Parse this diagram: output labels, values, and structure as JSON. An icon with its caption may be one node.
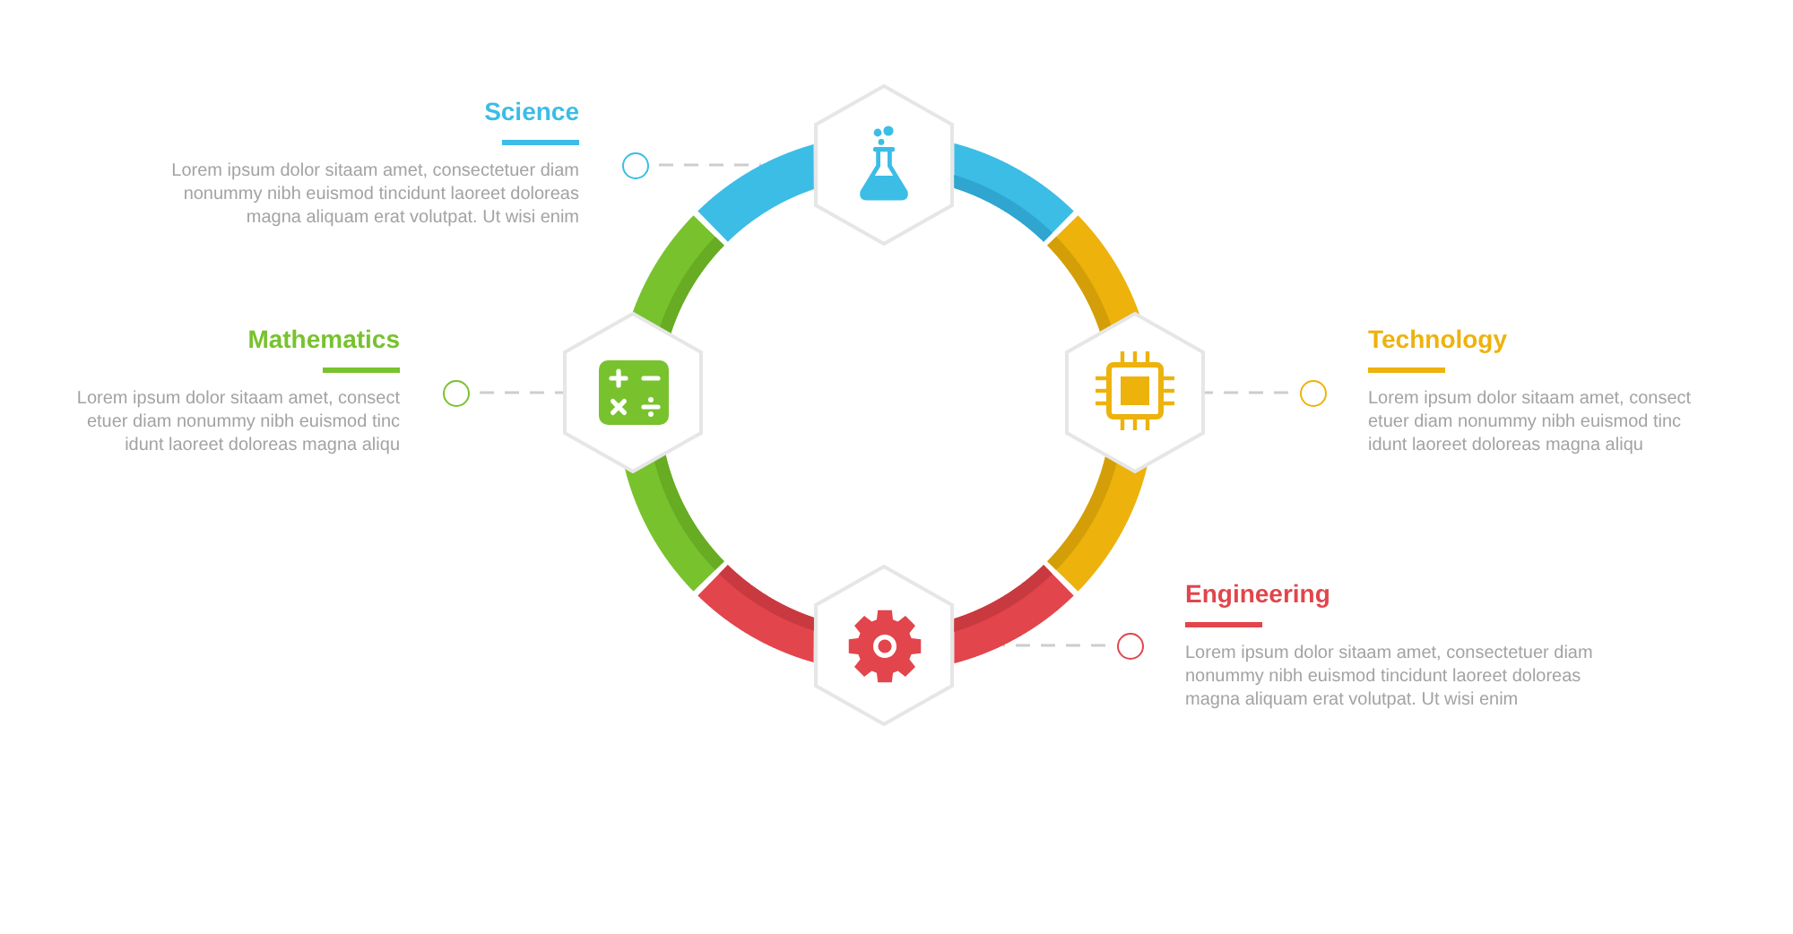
{
  "diagram": {
    "nodes": [
      {
        "text": [],
        "shape": "circle",
        "beside": [
          "Science",
          "Lorem ipsum dolor sitaam amet, consectetuer diam nonummy nibh euismod tincidunt laoreet doloreas magna aliquam erat volutpat. Ut wisi enim"
        ]
      },
      {
        "text": [],
        "shape": "circle",
        "beside": [
          "Mathematics",
          "Lorem ipsum dolor sitaam amet, consect etuer diam nonummy nibh euismod tinc idunt laoreet doloreas magna aliqu"
        ]
      },
      {
        "text": [],
        "shape": "circle",
        "beside": [
          "Technology",
          "Lorem ipsum dolor sitaam amet, consect etuer diam nonummy nibh euismod tinc idunt laoreet doloreas magna aliqu"
        ]
      },
      {
        "text": [],
        "shape": "circle",
        "beside": [
          "Engineering",
          "Lorem ipsum dolor sitaam amet, consectetuer diam nonummy nibh euismod tincidunt laoreet doloreas magna aliquam erat volutpat. Ut wisi enim"
        ]
      },
      {
        "text": [],
        "shape": "hexagon"
      },
      {
        "text": [],
        "shape": "hexagon"
      },
      {
        "text": [],
        "shape": "hexagon"
      },
      {
        "text": [],
        "shape": "hexagon"
      },
      {
        "text": [],
        "shape": "arc"
      },
      {
        "text": [],
        "shape": "arc"
      },
      {
        "text": [],
        "shape": "arc"
      },
      {
        "text": [],
        "shape": "arc"
      },
      {
        "text": [],
        "shape": "arc"
      },
      {
        "text": [],
        "shape": "arc"
      },
      {
        "text": [],
        "shape": "arc"
      },
      {
        "text": [],
        "shape": "arc"
      }
    ],
    "edges": [
      {
        "from": 0,
        "to": 8,
        "arrow": "none",
        "style": "dashed"
      },
      {
        "from": 1,
        "to": 5,
        "arrow": "none",
        "style": "dashed"
      },
      {
        "from": 2,
        "to": 6,
        "arrow": "none",
        "style": "dashed"
      },
      {
        "from": 3,
        "to": 12,
        "arrow": "none",
        "style": "dashed"
      }
    ]
  }
}
